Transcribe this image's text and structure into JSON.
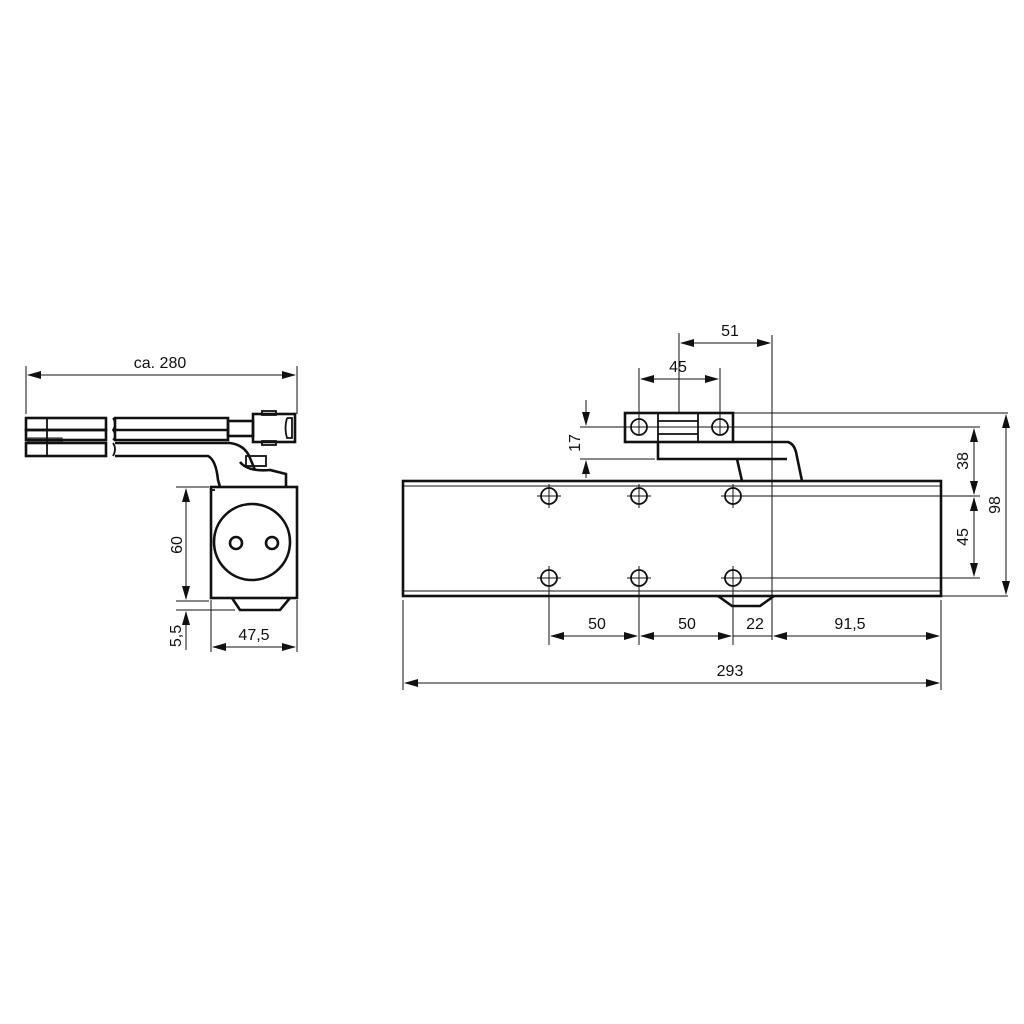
{
  "drawing": {
    "title": "Door closer dimension drawing",
    "units": "mm",
    "line_color": "#111111",
    "background": "#ffffff"
  },
  "side_view": {
    "arm_length_label": "ca. 280",
    "body_height_label": "60",
    "bottom_offset_label": "5,5",
    "body_depth_label": "47,5"
  },
  "front_view": {
    "bracket_offset_label": "51",
    "bracket_hole_spacing_label": "45",
    "bracket_height_label": "17",
    "top_to_hole_label": "38",
    "hole_vertical_spacing_label": "45",
    "total_height_label": "98",
    "hole_spacing_1_label": "50",
    "hole_spacing_2_label": "50",
    "hole_to_axis_label": "22",
    "axis_to_end_label": "91,5",
    "total_length_label": "293"
  }
}
